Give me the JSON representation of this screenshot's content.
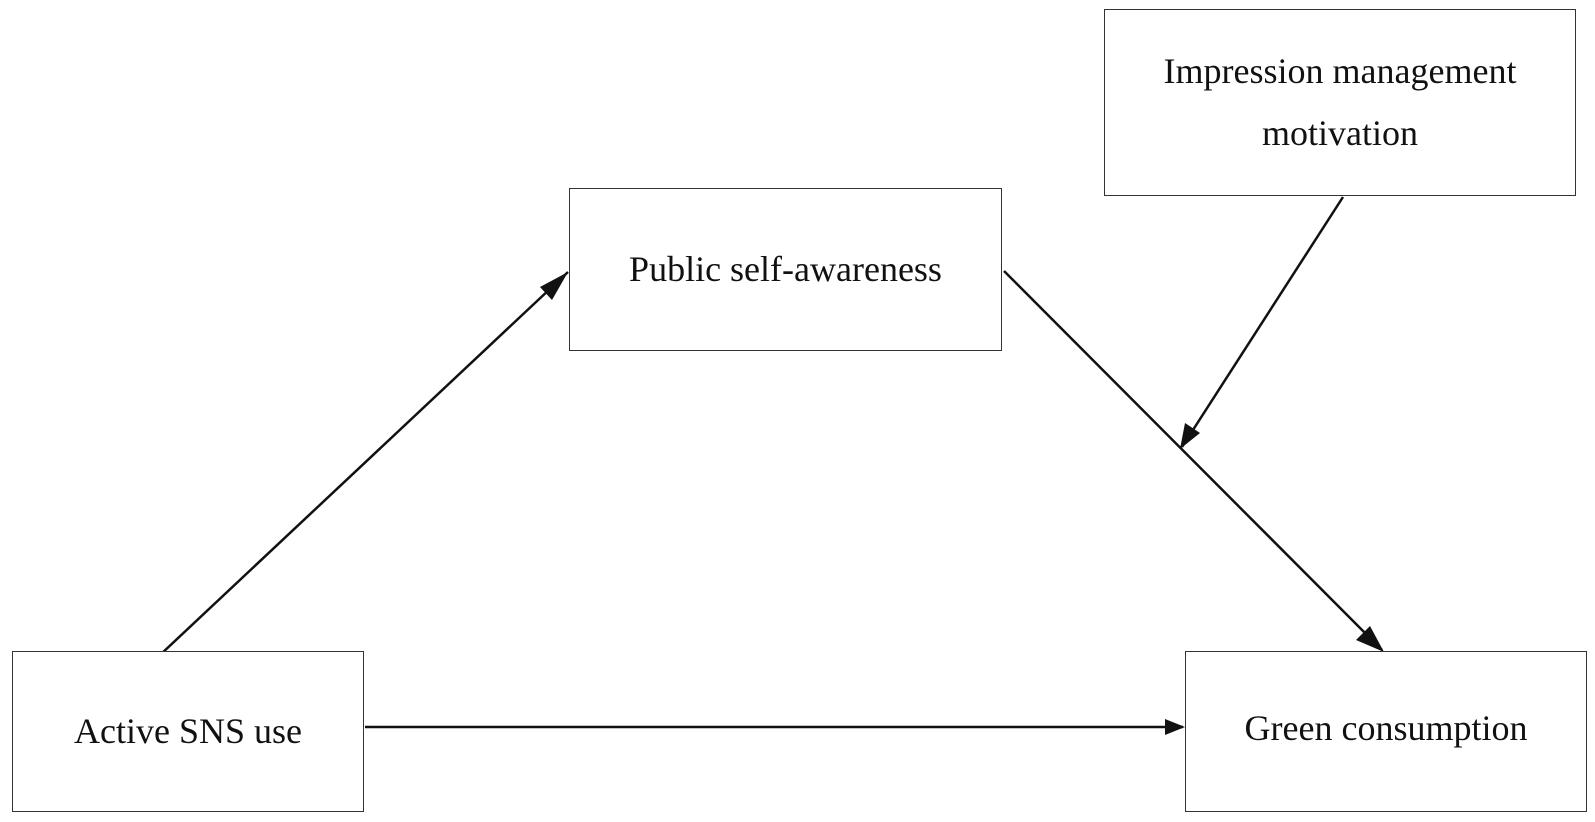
{
  "nodes": {
    "impression_management": {
      "line1": "Impression management",
      "line2": "motivation"
    },
    "public_self_awareness": {
      "label": "Public self-awareness"
    },
    "active_sns_use": {
      "label": "Active SNS use"
    },
    "green_consumption": {
      "label": "Green consumption"
    }
  },
  "edges": [
    {
      "from": "active_sns_use",
      "to": "public_self_awareness"
    },
    {
      "from": "public_self_awareness",
      "to": "green_consumption"
    },
    {
      "from": "active_sns_use",
      "to": "green_consumption"
    },
    {
      "from": "impression_management",
      "to": "public_self_awareness -> green_consumption path",
      "type": "moderation"
    }
  ],
  "colors": {
    "stroke": "#111111",
    "box_border": "#333333",
    "text": "#111111",
    "background": "#ffffff"
  }
}
